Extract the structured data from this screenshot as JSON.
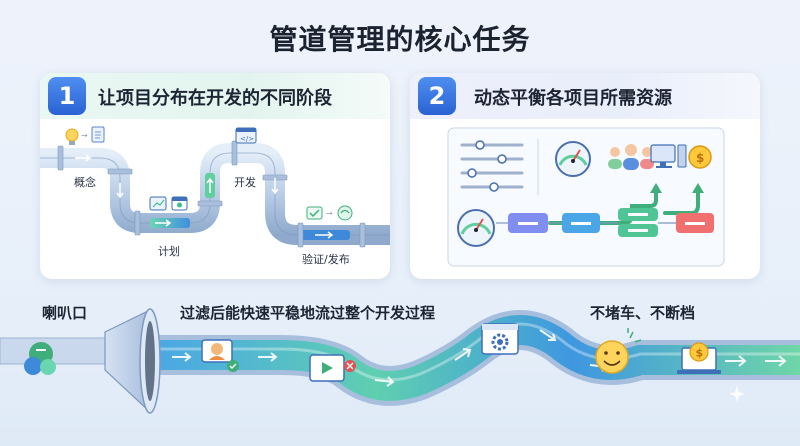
{
  "title": "管道管理的核心任务",
  "card1": {
    "number": "1",
    "heading": "让项目分布在开发的不同阶段",
    "stages": [
      "概念",
      "计划",
      "开发",
      "验证/发布"
    ]
  },
  "card2": {
    "number": "2",
    "heading": "动态平衡各项目所需资源"
  },
  "bottom": {
    "funnel_label": "喇叭口",
    "filter_label": "过滤后能快速平稳地流过整个开发过程",
    "goal_label": "不堵车、不断档"
  },
  "colors": {
    "badge": "#3574e0",
    "pipe_blue": "#3e8ad9",
    "pipe_green": "#5fcf9e",
    "accent_red": "#f06b6b",
    "accent_purple": "#6f7fe6"
  }
}
